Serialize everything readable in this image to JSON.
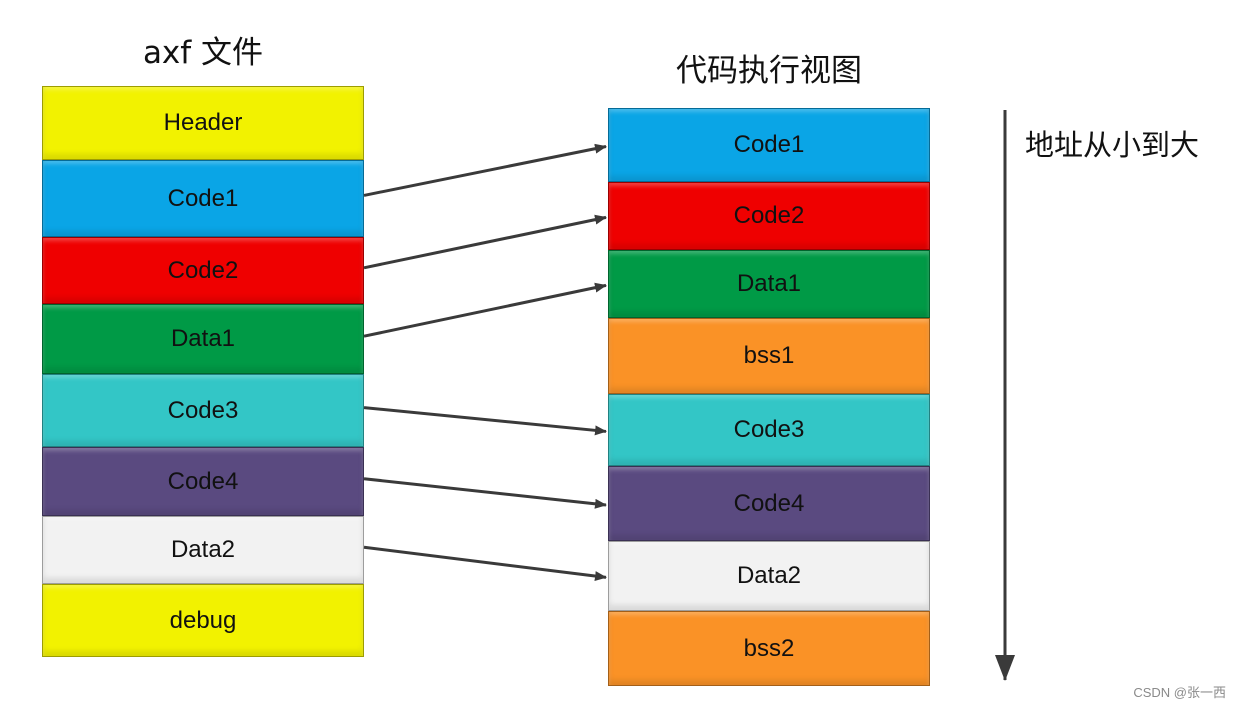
{
  "titles": {
    "axf": "axf 文件",
    "exec": "代码执行视图",
    "address": "地址从小到大"
  },
  "axf_blocks": [
    {
      "label": "Header",
      "color": "#f2f200"
    },
    {
      "label": "Code1",
      "color": "#0aa5e6"
    },
    {
      "label": "Code2",
      "color": "#ef0000"
    },
    {
      "label": "Data1",
      "color": "#009a46"
    },
    {
      "label": "Code3",
      "color": "#33c6c6"
    },
    {
      "label": "Code4",
      "color": "#5a4a80"
    },
    {
      "label": "Data2",
      "color": "#f2f2f2"
    },
    {
      "label": "debug",
      "color": "#f2f200"
    }
  ],
  "exec_blocks": [
    {
      "label": "Code1",
      "color": "#0aa5e6"
    },
    {
      "label": "Code2",
      "color": "#ef0000"
    },
    {
      "label": "Data1",
      "color": "#009a46"
    },
    {
      "label": "bss1",
      "color": "#fa9226"
    },
    {
      "label": "Code3",
      "color": "#33c6c6"
    },
    {
      "label": "Code4",
      "color": "#5a4a80"
    },
    {
      "label": "Data2",
      "color": "#f2f2f2"
    },
    {
      "label": "bss2",
      "color": "#fa9226"
    }
  ],
  "mappings": [
    {
      "from": "Code1",
      "to": "Code1"
    },
    {
      "from": "Code2",
      "to": "Code2"
    },
    {
      "from": "Data1",
      "to": "Data1"
    },
    {
      "from": "Code3",
      "to": "Code3"
    },
    {
      "from": "Code4",
      "to": "Code4"
    },
    {
      "from": "Data2",
      "to": "Data2"
    }
  ],
  "colors": {
    "arrow": "#3a3a3a",
    "text": "#111111"
  },
  "watermark": "CSDN @张一西"
}
